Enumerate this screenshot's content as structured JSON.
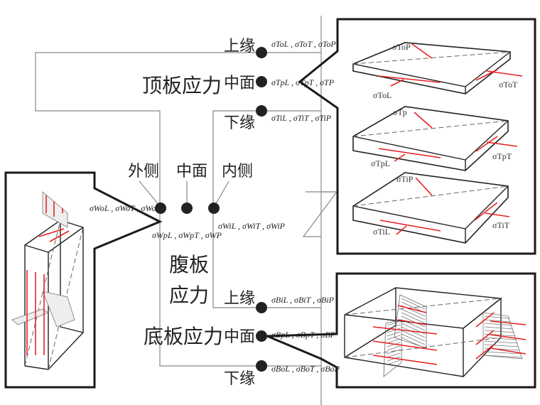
{
  "groups": {
    "top_flange": "顶板应力",
    "web": [
      "腹板",
      "应力"
    ],
    "bottom_flange": "底板应力"
  },
  "positions": {
    "upper_edge": "上缘",
    "mid_plane": "中面",
    "lower_edge": "下缘",
    "outer_side": "外侧",
    "inner_side": "内侧"
  },
  "stress_labels": {
    "top_upper": "σToL , σToT , σToP",
    "top_mid": "σTpL , σTpT , σTP",
    "top_lower": "σTiL , σTiT , σTiP",
    "web_outer": "σWoL , σWoT , σWoP",
    "web_mid": "σWpL , σWpT , σWP",
    "web_inner": "σWiL , σWiT , σWiP",
    "bottom_upper": "σBiL , σBiT , σBiP",
    "bottom_mid": "σBpL , σBpT , σBP",
    "bottom_lower": "σBoL , σBoT , σBoP"
  },
  "top_inset": {
    "plates": [
      {
        "p": "σToP",
        "l": "σToL",
        "t": "σToT"
      },
      {
        "p": "σTp",
        "l": "σTpL",
        "t": "σTpT"
      },
      {
        "p": "σTiP",
        "l": "σTiL",
        "t": "σTiT"
      }
    ]
  },
  "colors": {
    "stress_arrow": "#e82020",
    "node": "#222222",
    "connector": "#888888",
    "callout": "#1a1a1a"
  }
}
